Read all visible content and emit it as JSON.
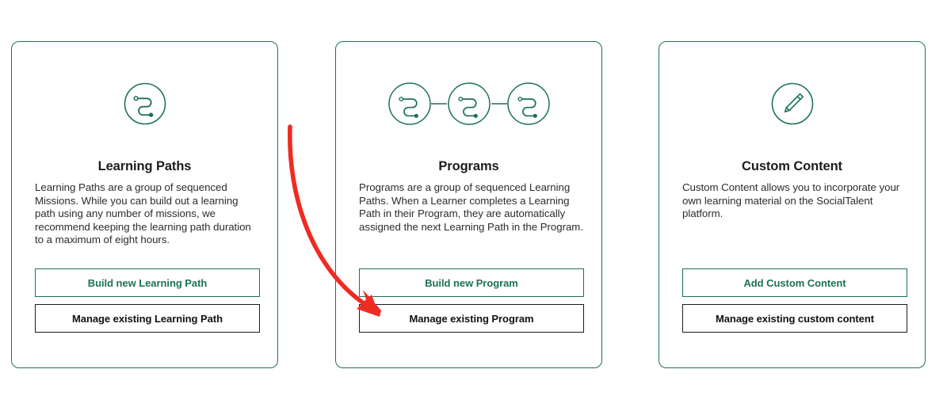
{
  "page": {
    "background_color": "#ffffff",
    "accent_color": "#1d7154",
    "text_color": "#2c2c2c",
    "title_color": "#1c1c1c",
    "annotation_color": "#f02b22"
  },
  "cards": [
    {
      "id": "learning-paths",
      "icon": "learning-path-node-icon",
      "title": "Learning Paths",
      "body": "Learning Paths are a group of sequenced Missions. While you can build out a learning path using any number of missions, we recommend keeping the learning path duration to a maximum of eight hours.",
      "primary_button": "Build new Learning Path",
      "secondary_button": "Manage existing Learning Path"
    },
    {
      "id": "programs",
      "icon": "program-chain-icon",
      "title": "Programs",
      "body": "Programs are a group of sequenced Learning Paths. When a Learner completes a Learning Path in their Program, they are automatically assigned the next Learning Path in the Program.",
      "primary_button": "Build new Program",
      "secondary_button": "Manage existing Program"
    },
    {
      "id": "custom-content",
      "icon": "pencil-circle-icon",
      "title": "Custom Content",
      "body": "Custom Content allows you to incorporate your own learning material on the SocialTalent platform.",
      "primary_button": "Add Custom Content",
      "secondary_button": "Manage existing custom content"
    }
  ],
  "annotation": {
    "type": "curved-arrow",
    "color": "#f02b22",
    "points_to": "Manage existing Program"
  }
}
